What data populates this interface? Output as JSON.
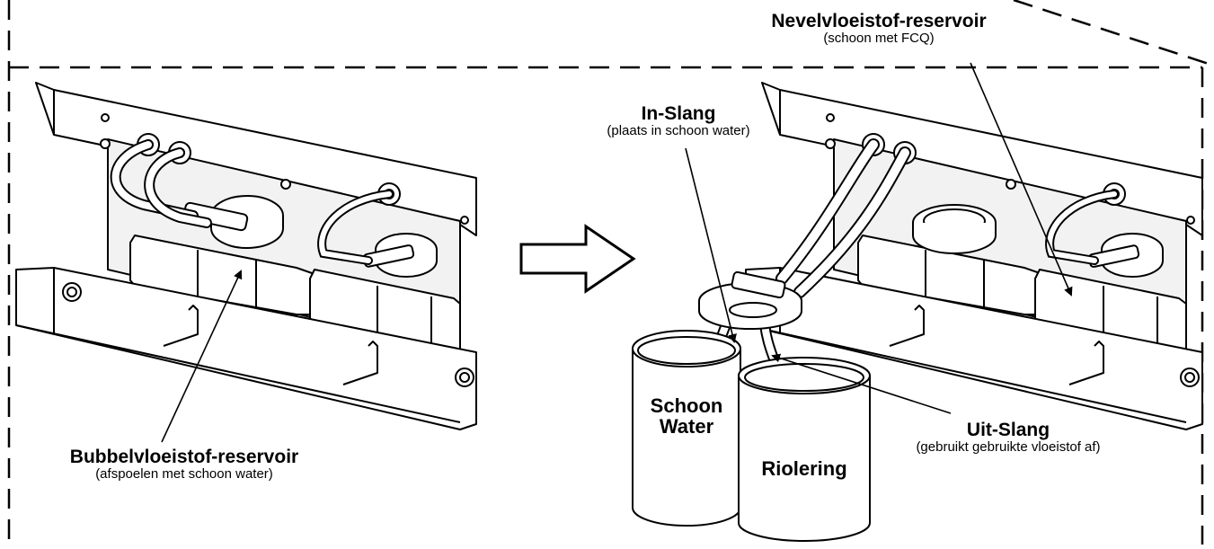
{
  "labels": {
    "nevel": {
      "title": "Nevelvloeistof-reservoir",
      "sub": "(schoon met FCQ)"
    },
    "in_slang": {
      "title": "In-Slang",
      "sub": "(plaats in schoon water)"
    },
    "uit_slang": {
      "title": "Uit-Slang",
      "sub": "(gebruikt gebruikte vloeistof af)"
    },
    "bubbel": {
      "title": "Bubbelvloeistof-reservoir",
      "sub": "(afspoelen met schoon water)"
    },
    "schoon_water": {
      "line1": "Schoon",
      "line2": "Water"
    },
    "riolering": "Riolering"
  }
}
